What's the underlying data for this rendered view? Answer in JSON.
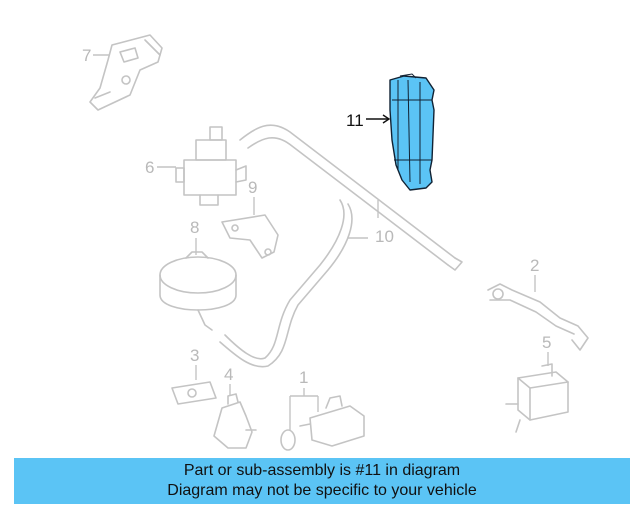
{
  "diagram": {
    "callouts": [
      {
        "id": "1",
        "label": "1"
      },
      {
        "id": "2",
        "label": "2"
      },
      {
        "id": "3",
        "label": "3"
      },
      {
        "id": "4",
        "label": "4"
      },
      {
        "id": "5",
        "label": "5"
      },
      {
        "id": "6",
        "label": "6"
      },
      {
        "id": "7",
        "label": "7"
      },
      {
        "id": "8",
        "label": "8"
      },
      {
        "id": "9",
        "label": "9"
      },
      {
        "id": "10",
        "label": "10"
      },
      {
        "id": "11",
        "label": "11",
        "highlighted": true
      }
    ],
    "highlight_color": "#5bc4f5",
    "faded_color": "#c4c4c4"
  },
  "banner": {
    "line1": "Part or sub-assembly is #11 in diagram",
    "line2": "Diagram may not be specific to your vehicle",
    "background": "#5bc4f5"
  }
}
